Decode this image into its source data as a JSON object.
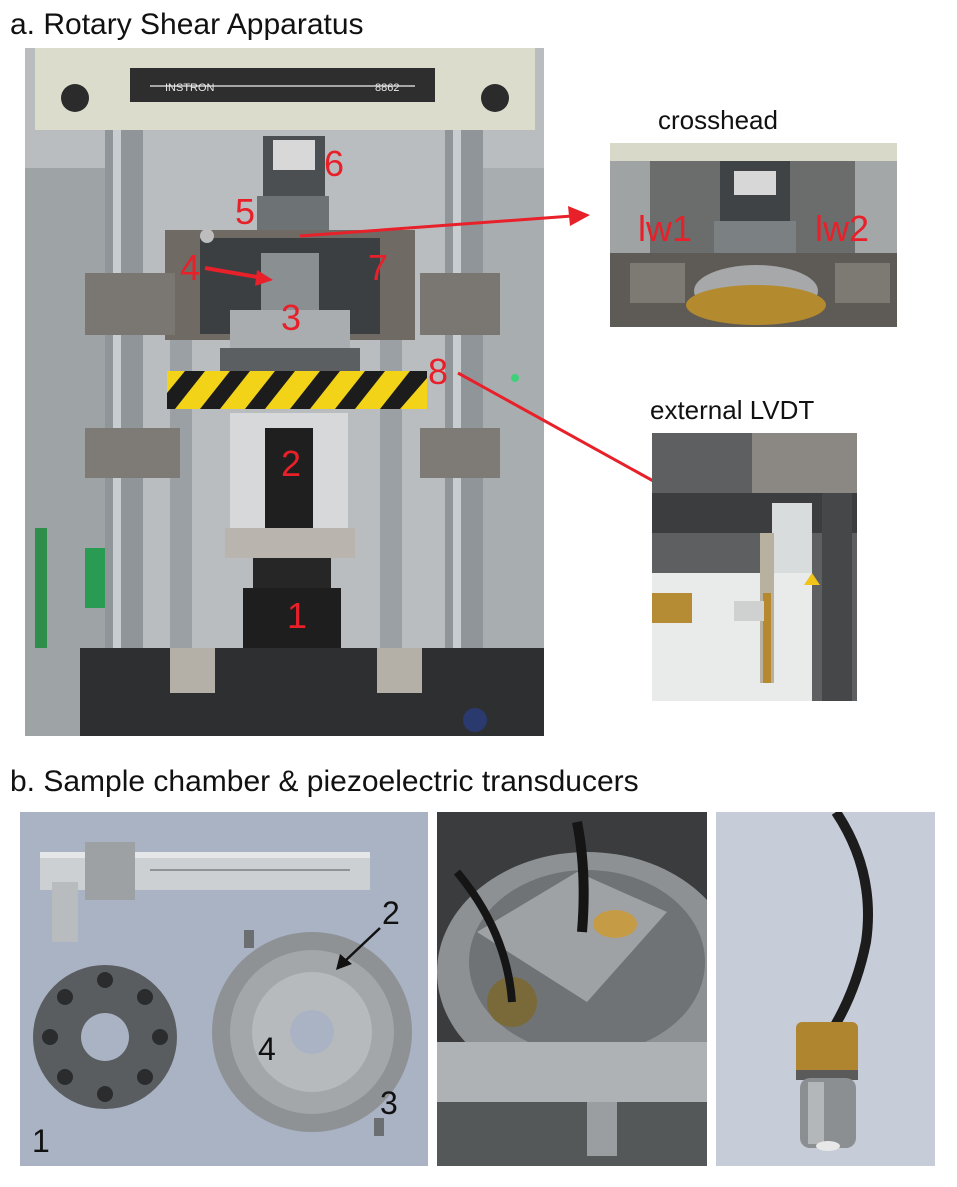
{
  "panel_a": {
    "title": "a. Rotary Shear Apparatus",
    "machine_brand": "INSTRON",
    "machine_model": "8862",
    "labels": [
      "1",
      "2",
      "3",
      "4",
      "5",
      "6",
      "7",
      "8"
    ],
    "inset_crosshead": {
      "title": "crosshead",
      "labels": [
        "lw1",
        "lw2"
      ]
    },
    "inset_lvdt": {
      "title": "external LVDT"
    },
    "arrow_color": "#e8202a"
  },
  "panel_b": {
    "title": "b. Sample chamber & piezoelectric transducers",
    "labels": [
      "1",
      "2",
      "3",
      "4"
    ]
  }
}
